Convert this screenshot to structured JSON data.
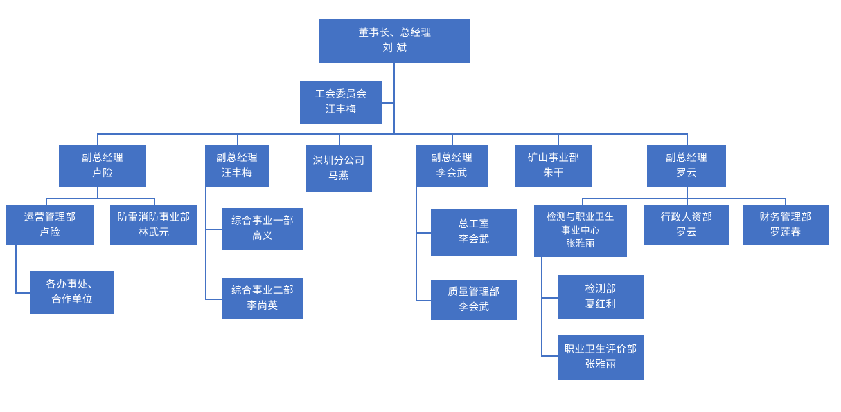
{
  "meta": {
    "title": "组织结构图",
    "accent_color": "#4472c4",
    "background_color": "#ffffff",
    "text_color": "#ffffff"
  },
  "nodes": {
    "chairman": {
      "name": "chairman-box",
      "line1": "董事长、总经理",
      "line2": "刘 斌",
      "role": "董事长、总经理",
      "person": "刘 斌"
    },
    "union": {
      "name": "union-committee-box",
      "line1": "工会委员会",
      "line2": "汪丰梅",
      "role": "工会委员会",
      "person": "汪丰梅"
    },
    "vp_luxian": {
      "name": "vp-luxian-box",
      "line1": "副总经理",
      "line2": "卢险",
      "role": "副总经理",
      "person": "卢险"
    },
    "vp_wangfengmei": {
      "name": "vp-wangfengmei-box",
      "line1": "副总经理",
      "line2": "汪丰梅",
      "role": "副总经理",
      "person": "汪丰梅"
    },
    "shenzhen_branch": {
      "name": "shenzhen-branch-box",
      "line1": "深圳分公司",
      "line2": "马燕",
      "role": "深圳分公司",
      "person": "马燕"
    },
    "vp_lihuiwu": {
      "name": "vp-lihuiwu-box",
      "line1": "副总经理",
      "line2": "李会武",
      "role": "副总经理",
      "person": "李会武"
    },
    "mining_division": {
      "name": "mining-division-box",
      "line1": "矿山事业部",
      "line2": "朱干",
      "role": "矿山事业部",
      "person": "朱干"
    },
    "vp_luoyun": {
      "name": "vp-luoyun-box",
      "line1": "副总经理",
      "line2": "罗云",
      "role": "副总经理",
      "person": "罗云"
    },
    "operations_dept": {
      "name": "operations-management-dept-box",
      "line1": "运营管理部",
      "line2": "卢险",
      "role": "运营管理部",
      "person": "卢险"
    },
    "lightning_fire_div": {
      "name": "lightning-protection-fire-division-box",
      "line1": "防雷消防事业部",
      "line2": "林武元",
      "role": "防雷消防事业部",
      "person": "林武元"
    },
    "offices_partners": {
      "name": "offices-and-partners-box",
      "line1": "各办事处、",
      "line2": "合作单位",
      "role": "各办事处、合作单位",
      "person": ""
    },
    "general_div_one": {
      "name": "general-business-division-one-box",
      "line1": "综合事业一部",
      "line2": "高义",
      "role": "综合事业一部",
      "person": "高义"
    },
    "general_div_two": {
      "name": "general-business-division-two-box",
      "line1": "综合事业二部",
      "line2": "李尚英",
      "role": "综合事业二部",
      "person": "李尚英"
    },
    "chief_engineer_office": {
      "name": "chief-engineer-office-box",
      "line1": "总工室",
      "line2": "李会武",
      "role": "总工室",
      "person": "李会武"
    },
    "quality_dept": {
      "name": "quality-management-dept-box",
      "line1": "质量管理部",
      "line2": "李会武",
      "role": "质量管理部",
      "person": "李会武"
    },
    "testing_health_center": {
      "name": "testing-occupational-health-center-box",
      "line1": "检测与职业卫生",
      "line2": "事业中心",
      "line3": "张雅丽",
      "role": "检测与职业卫生事业中心",
      "person": "张雅丽"
    },
    "admin_hr_dept": {
      "name": "administration-hr-dept-box",
      "line1": "行政人资部",
      "line2": "罗云",
      "role": "行政人资部",
      "person": "罗云"
    },
    "finance_dept": {
      "name": "finance-management-dept-box",
      "line1": "财务管理部",
      "line2": "罗莲春",
      "role": "财务管理部",
      "person": "罗莲春"
    },
    "testing_dept": {
      "name": "testing-dept-box",
      "line1": "检测部",
      "line2": "夏红利",
      "role": "检测部",
      "person": "夏红利"
    },
    "occupational_health_eval_dept": {
      "name": "occupational-health-evaluation-dept-box",
      "line1": "职业卫生评价部",
      "line2": "张雅丽",
      "role": "职业卫生评价部",
      "person": "张雅丽"
    }
  },
  "chart_data": {
    "type": "diagram",
    "diagram_type": "organization-chart",
    "root": "董事长、总经理 刘 斌",
    "levels": [
      [
        "董事长、总经理 刘 斌"
      ],
      [
        "工会委员会 汪丰梅"
      ],
      [
        "副总经理 卢险",
        "副总经理 汪丰梅",
        "深圳分公司 马燕",
        "副总经理 李会武",
        "矿山事业部 朱干",
        "副总经理 罗云"
      ],
      [
        "运营管理部 卢险",
        "防雷消防事业部 林武元",
        "综合事业一部 高义",
        "综合事业二部 李尚英",
        "总工室 李会武",
        "质量管理部 李会武",
        "检测与职业卫生事业中心 张雅丽",
        "行政人资部 罗云",
        "财务管理部 罗莲春"
      ],
      [
        "各办事处、合作单位",
        "检测部 夏红利",
        "职业卫生评价部 张雅丽"
      ]
    ],
    "edges": [
      {
        "from": "董事长、总经理 刘 斌",
        "to": "工会委员会 汪丰梅"
      },
      {
        "from": "董事长、总经理 刘 斌",
        "to": "副总经理 卢险"
      },
      {
        "from": "董事长、总经理 刘 斌",
        "to": "副总经理 汪丰梅"
      },
      {
        "from": "董事长、总经理 刘 斌",
        "to": "深圳分公司 马燕"
      },
      {
        "from": "董事长、总经理 刘 斌",
        "to": "副总经理 李会武"
      },
      {
        "from": "董事长、总经理 刘 斌",
        "to": "矿山事业部 朱干"
      },
      {
        "from": "董事长、总经理 刘 斌",
        "to": "副总经理 罗云"
      },
      {
        "from": "副总经理 卢险",
        "to": "运营管理部 卢险"
      },
      {
        "from": "副总经理 卢险",
        "to": "防雷消防事业部 林武元"
      },
      {
        "from": "运营管理部 卢险",
        "to": "各办事处、合作单位"
      },
      {
        "from": "副总经理 汪丰梅",
        "to": "综合事业一部 高义"
      },
      {
        "from": "副总经理 汪丰梅",
        "to": "综合事业二部 李尚英"
      },
      {
        "from": "副总经理 李会武",
        "to": "总工室 李会武"
      },
      {
        "from": "副总经理 李会武",
        "to": "质量管理部 李会武"
      },
      {
        "from": "副总经理 罗云",
        "to": "检测与职业卫生事业中心 张雅丽"
      },
      {
        "from": "副总经理 罗云",
        "to": "行政人资部 罗云"
      },
      {
        "from": "副总经理 罗云",
        "to": "财务管理部 罗莲春"
      },
      {
        "from": "检测与职业卫生事业中心 张雅丽",
        "to": "检测部 夏红利"
      },
      {
        "from": "检测与职业卫生事业中心 张雅丽",
        "to": "职业卫生评价部 张雅丽"
      }
    ]
  }
}
